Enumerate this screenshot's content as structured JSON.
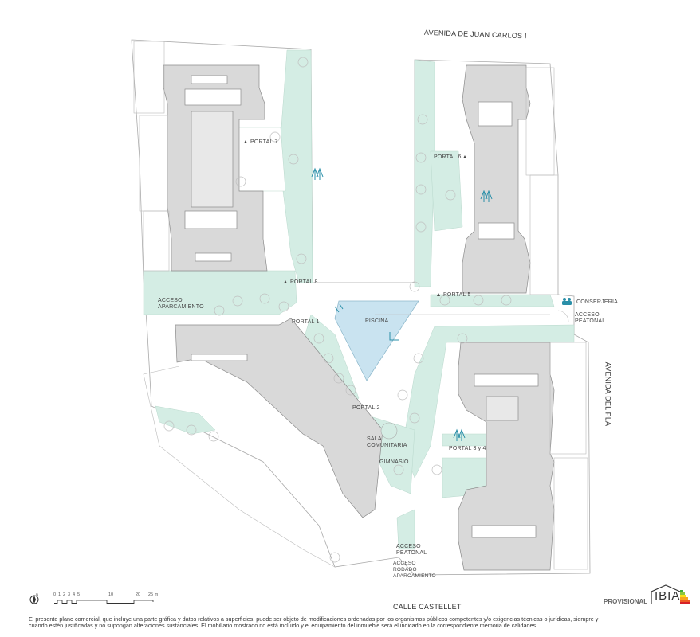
{
  "map": {
    "type": "site plan",
    "streets": {
      "north": "AVENIDA DE JUAN CARLOS I",
      "east": "AVENIDA DEL PLA",
      "south": "CALLE CASTELLET"
    },
    "labels": {
      "portal_7": "PORTAL 7",
      "portal_6": "PORTAL 6",
      "portal_8": "PORTAL 8",
      "portal_5": "PORTAL 5",
      "portal_1": "PORTAL 1",
      "portal_2": "PORTAL 2",
      "portal_3_4": "PORTAL 3 y 4",
      "acceso_aparcamiento_1": "ACCESO",
      "acceso_aparcamiento_2": "APARCAMIENTO",
      "piscina": "PISCINA",
      "conserjeria": "CONSERJERIA",
      "acceso_peatonal_e_1": "ACCESO",
      "acceso_peatonal_e_2": "PEATONAL",
      "sala_comunitaria_1": "SALA",
      "sala_comunitaria_2": "COMUNITARIA",
      "gimnasio": "GIMNASIO",
      "acceso_peatonal_s_1": "ACCESO",
      "acceso_peatonal_s_2": "PEATONAL",
      "acceso_rodado_1": "ACCESO",
      "acceso_rodado_2": "RODADO",
      "acceso_rodado_3": "APARCAMIENTO"
    },
    "colors": {
      "building": "#d9d9d9",
      "building_stroke": "#888888",
      "green": "#d4ede4",
      "pool": "#c9e3f0",
      "icon_teal": "#2a8fa8",
      "line": "#999999"
    }
  },
  "scale_bar": {
    "ticks": [
      "0",
      "1",
      "2",
      "3",
      "4",
      "5",
      "10",
      "20",
      "25 m"
    ],
    "north_icon": "compass-icon"
  },
  "footer": {
    "provisional": "PROVISIONAL",
    "energy_logo": "IBIA",
    "disclaimer_line1": "El presente plano comercial, que incluye una parte gráfica y datos relativos a superficies, puede ser objeto de modificaciones ordenadas por los organismos públicos competentes y/o exigencias técnicas o jurídicas, siempre y",
    "disclaimer_line2": "cuando estén justificadas y no supongan alteraciones sustanciales. El mobiliario mostrado no está incluido y el equipamiento del inmueble será el indicado en la correspondiente memoria de calidades."
  }
}
